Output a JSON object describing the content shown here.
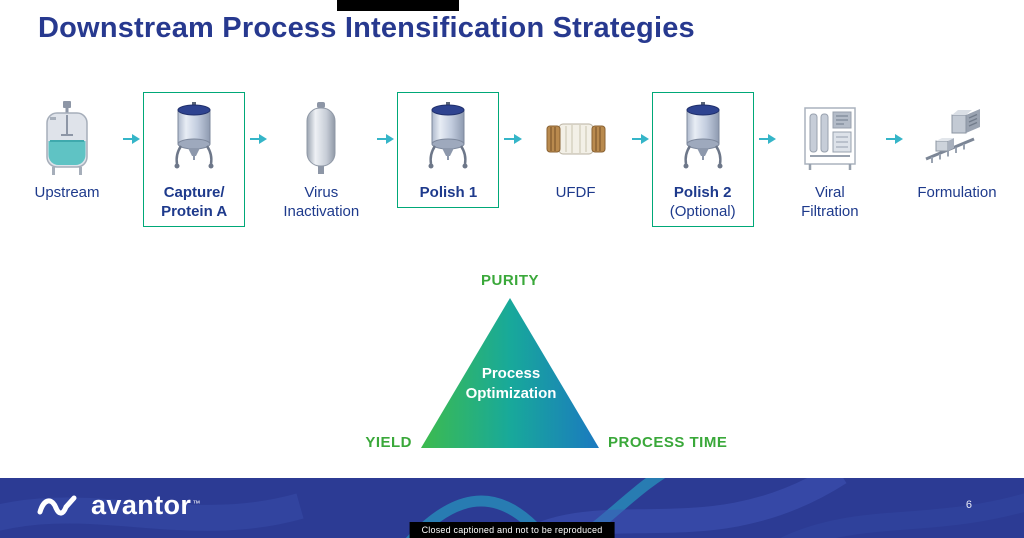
{
  "slide": {
    "title": "Downstream Process Intensification Strategies",
    "page_number": "6",
    "caption": "Closed captioned and not to be reproduced"
  },
  "logo": {
    "text": "avantor",
    "tm": "™"
  },
  "flow": {
    "steps": [
      {
        "line1": "Upstream",
        "line2": "",
        "boxed": false,
        "icon": "bioreactor-icon"
      },
      {
        "line1": "Capture/",
        "line2": "Protein A",
        "boxed": true,
        "icon": "chromatography-column-icon"
      },
      {
        "line1": "Virus",
        "line2": "Inactivation",
        "boxed": false,
        "icon": "inactivation-vessel-icon"
      },
      {
        "line1": "Polish 1",
        "line2": "",
        "boxed": true,
        "icon": "chromatography-column-icon"
      },
      {
        "line1": "UFDF",
        "line2": "",
        "boxed": false,
        "icon": "ufdf-cartridge-icon"
      },
      {
        "line1": "Polish 2",
        "line2": "(Optional)",
        "boxed": true,
        "icon": "chromatography-column-icon"
      },
      {
        "line1": "Viral",
        "line2": "Filtration",
        "boxed": false,
        "icon": "filtration-skid-icon"
      },
      {
        "line1": "Formulation",
        "line2": "",
        "boxed": false,
        "icon": "filling-machine-icon"
      }
    ]
  },
  "triangle": {
    "apex_label": "PURITY",
    "left_label": "YIELD",
    "right_label": "PROCESS TIME",
    "center_line1": "Process",
    "center_line2": "Optimization"
  },
  "colors": {
    "title_navy": "#27398f",
    "label_navy": "#1e3a8c",
    "arrow_teal": "#35b5c8",
    "box_border_green": "#00a878",
    "label_green": "#3aa83a",
    "footer_blue": "#2c3b94",
    "triangle_green": "#3dbb4e",
    "triangle_blue": "#1b79c0"
  }
}
